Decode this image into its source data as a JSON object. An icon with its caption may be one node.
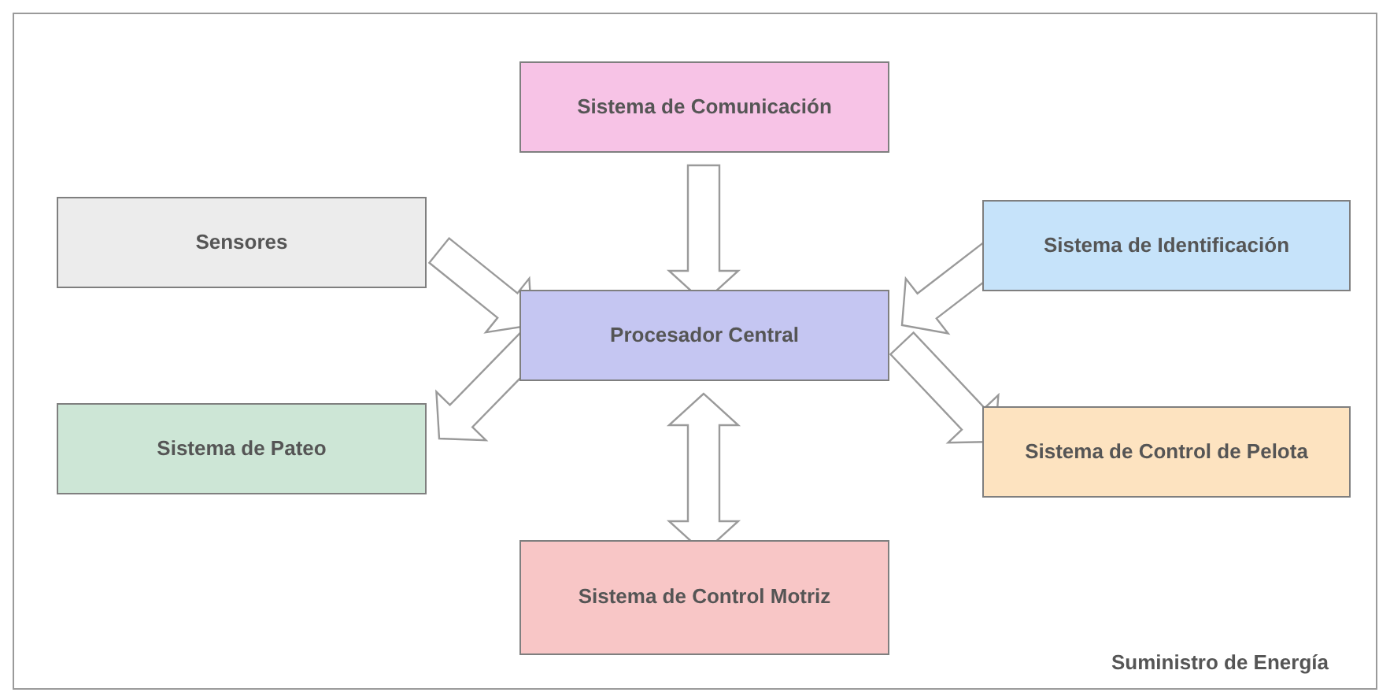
{
  "diagram": {
    "nodes": [
      {
        "text": [
          "Suministro de Energía"
        ]
      },
      {
        "text": [
          "Sistema de Comunicación"
        ],
        "in": 0
      },
      {
        "text": [
          "Sensores"
        ],
        "in": 0
      },
      {
        "text": [
          "Sistema de Identificación"
        ],
        "in": 0
      },
      {
        "text": [
          "Procesador Central"
        ],
        "in": 0
      },
      {
        "text": [
          "Sistema de Pateo"
        ],
        "in": 0
      },
      {
        "text": [
          "Sistema de Control de Pelota"
        ],
        "in": 0
      },
      {
        "text": [
          "Sistema de Control Motriz"
        ],
        "in": 0
      }
    ],
    "edges": [
      {
        "from": 1,
        "to": 4,
        "arrow": "to"
      },
      {
        "from": 2,
        "to": 4,
        "arrow": "to"
      },
      {
        "from": 3,
        "to": 4,
        "arrow": "to"
      },
      {
        "from": 4,
        "to": 5,
        "arrow": "to"
      },
      {
        "from": 4,
        "to": 6,
        "arrow": "to"
      },
      {
        "from": 4,
        "to": 7,
        "arrow": "both"
      }
    ]
  }
}
